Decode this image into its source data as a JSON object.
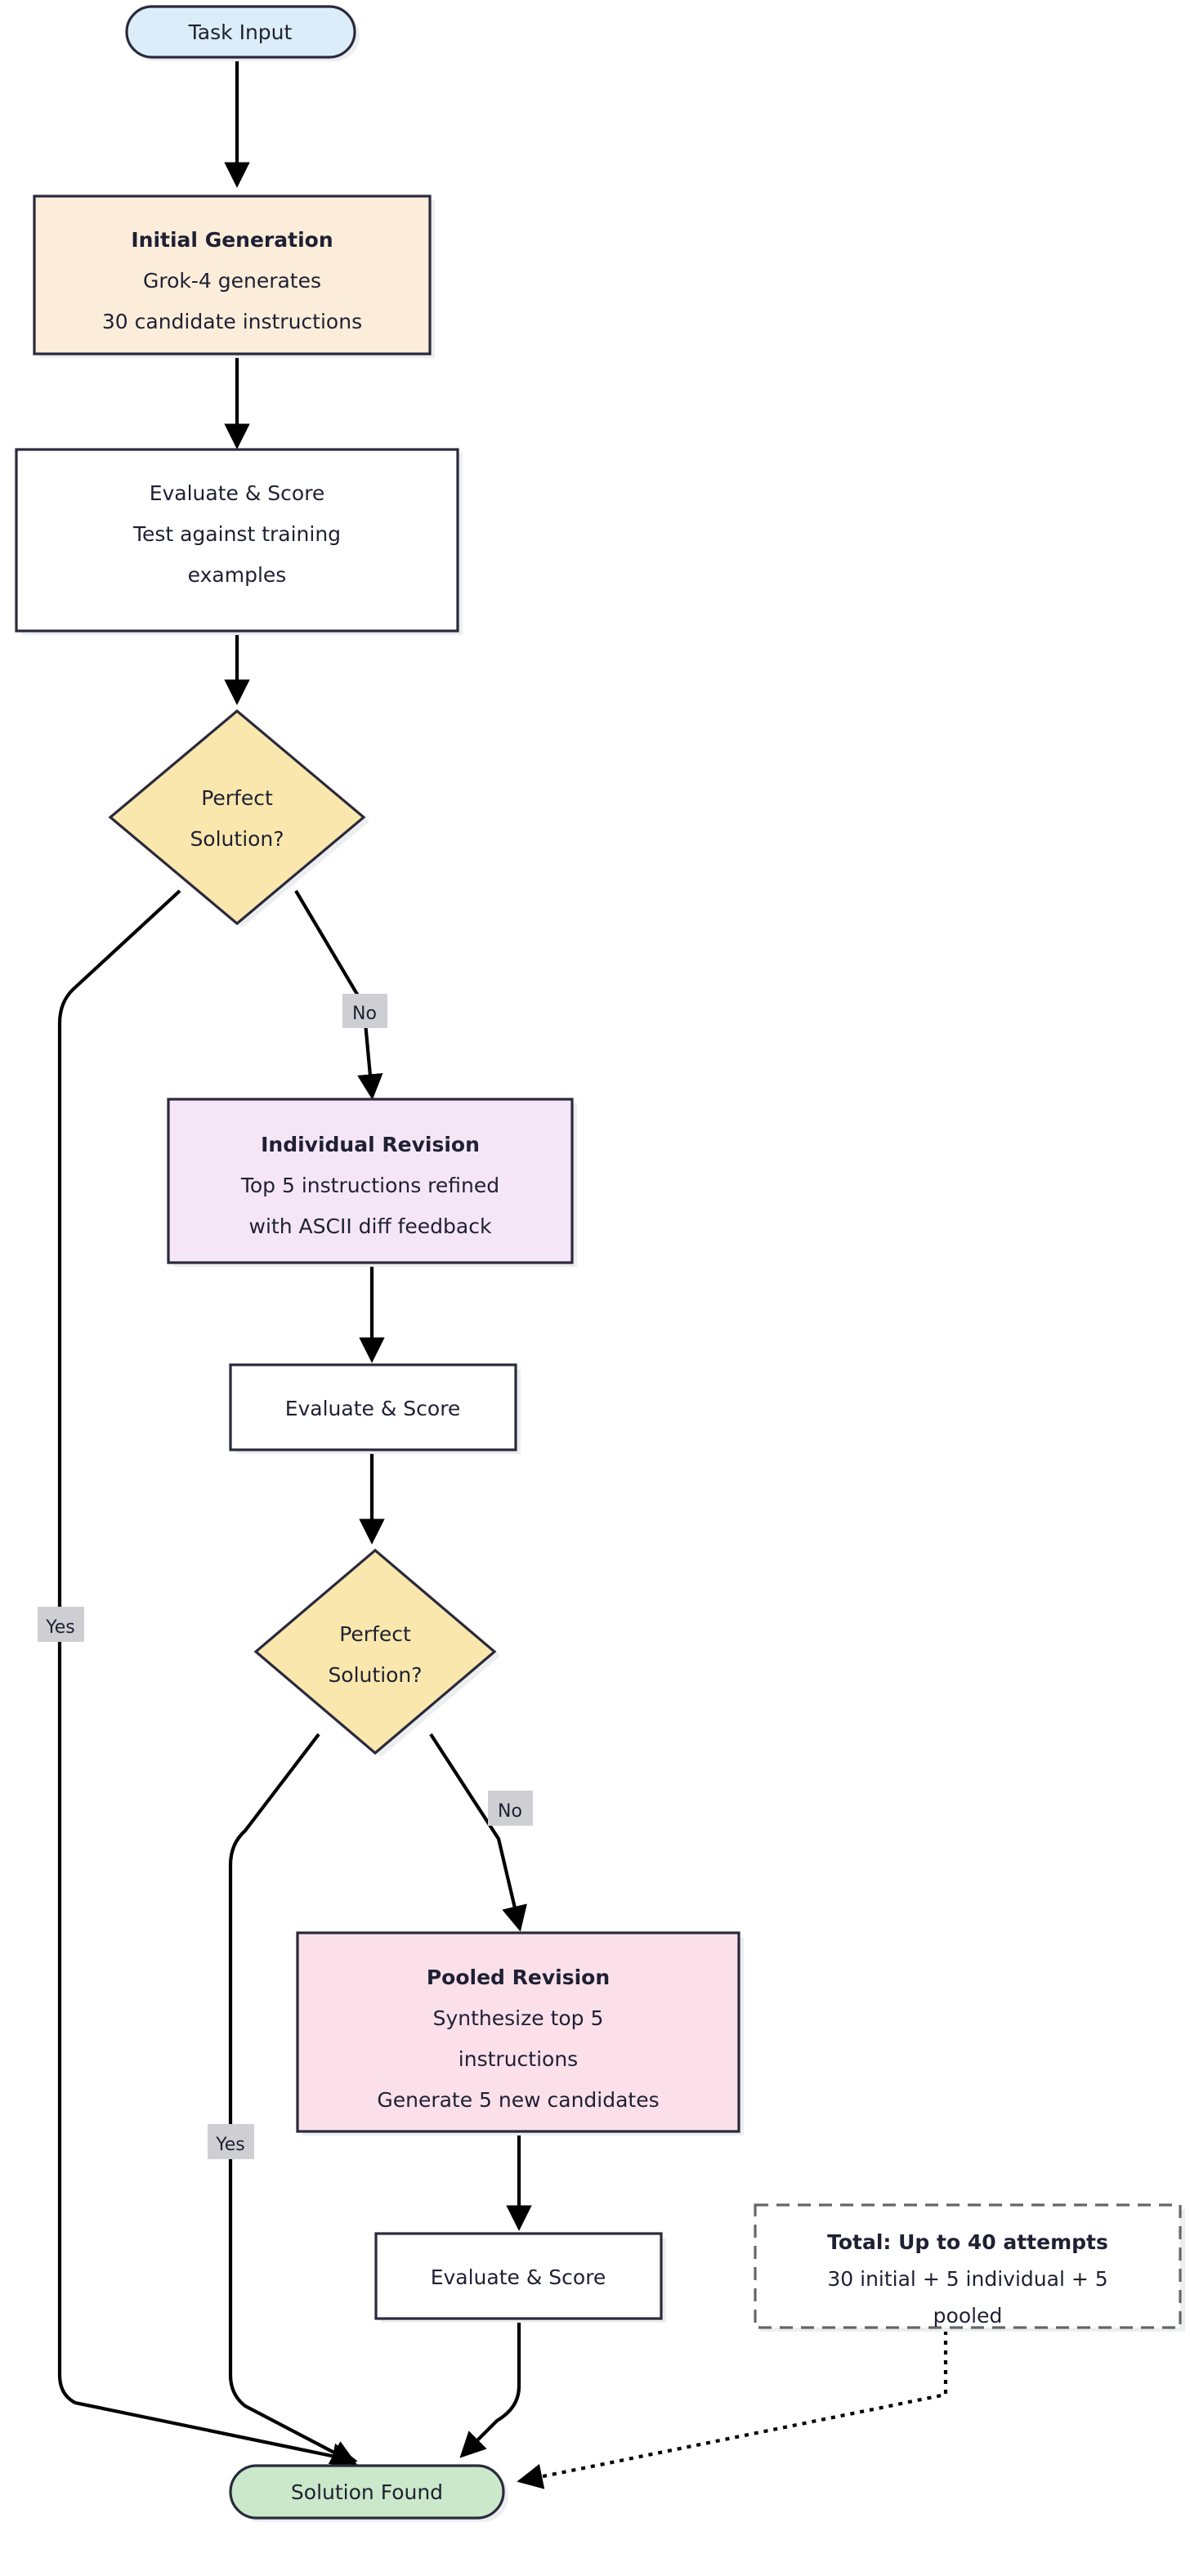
{
  "diagram": {
    "title": "Grok-4 iterative instruction generation flowchart",
    "type": "flowchart",
    "direction": "top-to-bottom"
  },
  "palette": {
    "start_fill": "#dcedfa",
    "process_cream_fill": "#fbedda",
    "process_plain_fill": "#ffffff",
    "decision_fill": "#fae7ad",
    "individual_fill": "#f5e6f7",
    "pooled_fill": "#fbe0ea",
    "end_fill": "#cbe8ca",
    "stroke": "#2a2a3c",
    "edge": "#000000",
    "note_stroke": "#666666",
    "label_bg": "#cfcfd3",
    "text": "#1f2033"
  },
  "nodes": {
    "task_input": {
      "label": "Task Input",
      "shape": "stadium"
    },
    "initial_generation": {
      "title": "Initial Generation",
      "line1": "Grok-4 generates",
      "line2": "30 candidate instructions",
      "shape": "rect"
    },
    "evaluate_1": {
      "line1": "Evaluate & Score",
      "line2": "Test against training",
      "line3": "examples",
      "shape": "rect"
    },
    "decision_1": {
      "line1": "Perfect",
      "line2": "Solution?",
      "shape": "diamond"
    },
    "individual_revision": {
      "title": "Individual Revision",
      "line1": "Top 5 instructions refined",
      "line2": "with ASCII diff feedback",
      "shape": "rect"
    },
    "evaluate_2": {
      "line1": "Evaluate & Score",
      "shape": "rect"
    },
    "decision_2": {
      "line1": "Perfect",
      "line2": "Solution?",
      "shape": "diamond"
    },
    "pooled_revision": {
      "title": "Pooled Revision",
      "line1": "Synthesize top 5",
      "line2": "instructions",
      "line3": "Generate 5 new candidates",
      "shape": "rect"
    },
    "evaluate_3": {
      "line1": "Evaluate & Score",
      "shape": "rect"
    },
    "total_note": {
      "title": "Total: Up to 40 attempts",
      "line1": "30 initial + 5 individual + 5",
      "line2": "pooled",
      "shape": "note-dashed"
    },
    "solution_found": {
      "label": "Solution Found",
      "shape": "stadium"
    }
  },
  "edges": [
    {
      "from": "task_input",
      "to": "initial_generation",
      "label": ""
    },
    {
      "from": "initial_generation",
      "to": "evaluate_1",
      "label": ""
    },
    {
      "from": "evaluate_1",
      "to": "decision_1",
      "label": ""
    },
    {
      "from": "decision_1",
      "to": "solution_found",
      "label": "Yes"
    },
    {
      "from": "decision_1",
      "to": "individual_revision",
      "label": "No"
    },
    {
      "from": "individual_revision",
      "to": "evaluate_2",
      "label": ""
    },
    {
      "from": "evaluate_2",
      "to": "decision_2",
      "label": ""
    },
    {
      "from": "decision_2",
      "to": "solution_found",
      "label": "Yes"
    },
    {
      "from": "decision_2",
      "to": "pooled_revision",
      "label": "No"
    },
    {
      "from": "pooled_revision",
      "to": "evaluate_3",
      "label": ""
    },
    {
      "from": "evaluate_3",
      "to": "solution_found",
      "label": ""
    },
    {
      "from": "total_note",
      "to": "solution_found",
      "label": "",
      "style": "dotted"
    }
  ],
  "edge_labels": {
    "yes_1": "Yes",
    "no_1": "No",
    "yes_2": "Yes",
    "no_2": "No"
  }
}
